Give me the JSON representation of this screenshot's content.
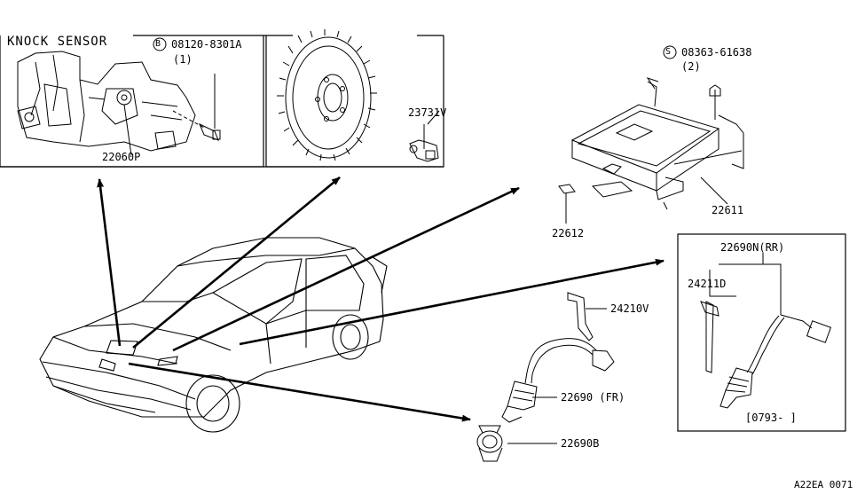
{
  "diagram": {
    "knock_sensor_title": "KNOCK SENSOR",
    "callouts": {
      "bolt_code": "08120-8301A",
      "bolt_symbol": "B",
      "bolt_qty": "(1)",
      "knock_sensor": "22060P",
      "crank_sensor": "23731V",
      "screw_code": "08363-61638",
      "screw_symbol": "S",
      "screw_qty": "(2)",
      "ecu": "22611",
      "ecu_part": "22612",
      "rear_o2_sensor": "22690N(RR)",
      "clip": "24211D",
      "bracket": "24210V",
      "front_o2_sensor": "22690 (FR)",
      "o2_plug": "22690B",
      "date_range": "[0793-     ]",
      "figure_code": "A22EA 0071"
    }
  }
}
